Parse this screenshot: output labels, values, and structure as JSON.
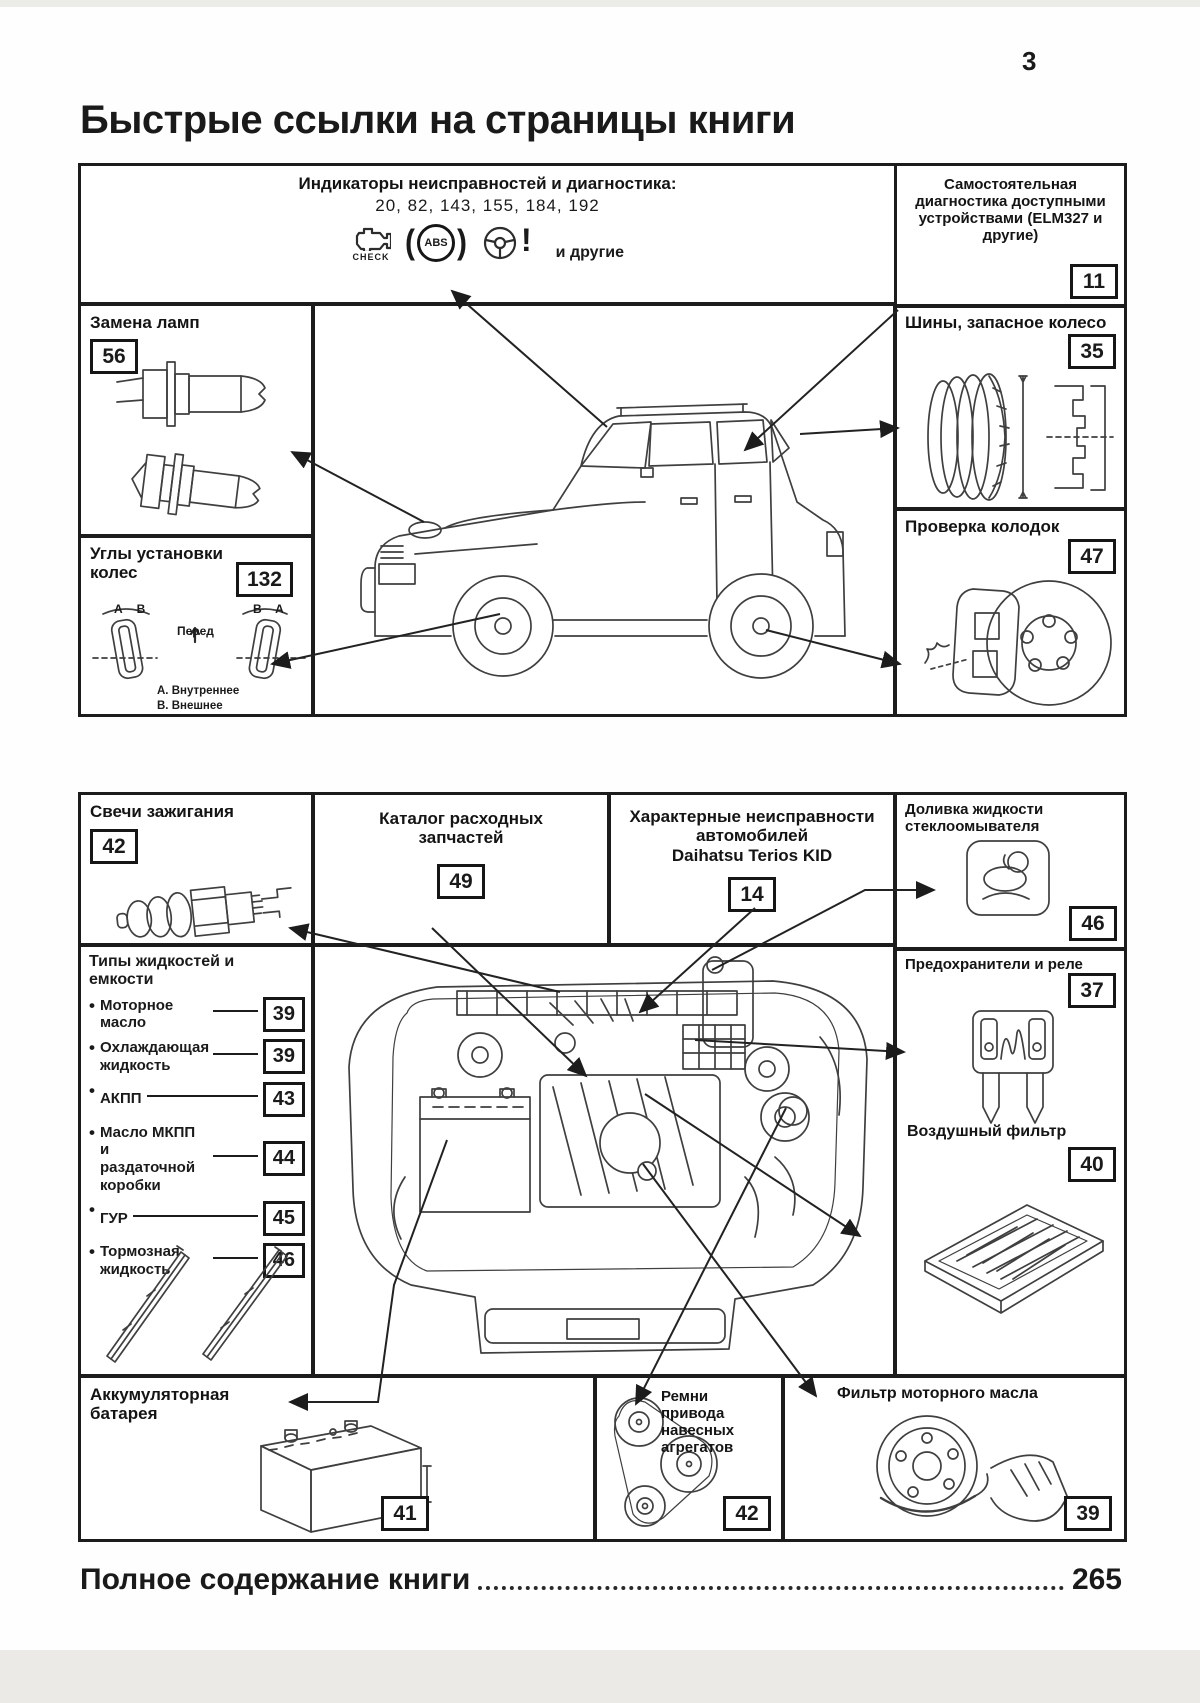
{
  "page": {
    "number": "3",
    "title": "Быстрые ссылки на страницы книги"
  },
  "footer": {
    "label": "Полное содержание книги",
    "page": "265"
  },
  "s1": {
    "indicators": {
      "title": "Индикаторы неисправностей и диагностика:",
      "pages": "20, 82, 143, 155, 184, 192",
      "check_icon_label": "CHECK",
      "abs_icon_label": "ABS",
      "warn_mark": "!",
      "more_label": "и другие"
    },
    "selfdiag": {
      "label": "Самостоятельная диагностика доступными устройствами (ELM327 и другие)",
      "page": "11"
    },
    "lamps": {
      "label": "Замена ламп",
      "page": "56"
    },
    "angles": {
      "label": "Углы установки колес",
      "page": "132",
      "front_label": "Перед",
      "letter_a": "А",
      "letter_b": "В",
      "legend_a": "А. Внутреннее",
      "legend_b": "В. Внешнее"
    },
    "tires": {
      "label": "Шины, запасное колесо",
      "page": "35"
    },
    "pads": {
      "label": "Проверка колодок",
      "page": "47"
    }
  },
  "s2": {
    "spark": {
      "label": "Свечи зажигания",
      "page": "42"
    },
    "catalog": {
      "label": "Каталог расходных запчастей",
      "page": "49"
    },
    "faults": {
      "label": "Характерные неисправности автомобилей",
      "model": "Daihatsu Terios KID",
      "page": "14"
    },
    "washer": {
      "label": "Доливка жидкости стеклоомывателя",
      "page": "46"
    },
    "fluids": {
      "title": "Типы жидкостей и емкости",
      "items": [
        {
          "label": "Моторное масло",
          "page": "39"
        },
        {
          "label": "Охлаждающая жидкость",
          "page": "39"
        },
        {
          "label": "АКПП",
          "page": "43"
        },
        {
          "label": "Масло МКПП и раздаточной коробки",
          "page": "44"
        },
        {
          "label": "ГУР",
          "page": "45"
        },
        {
          "label": "Тормозная жидкость",
          "page": "46"
        }
      ]
    },
    "fuses": {
      "label": "Предохранители и реле",
      "page": "37"
    },
    "air": {
      "label": "Воздушный фильтр",
      "page": "40"
    },
    "battery": {
      "label": "Аккумуляторная батарея",
      "page": "41"
    },
    "belts": {
      "label": "Ремни привода навесных агрегатов",
      "page": "42"
    },
    "oil": {
      "label": "Фильтр моторного масла",
      "page": "39"
    }
  }
}
